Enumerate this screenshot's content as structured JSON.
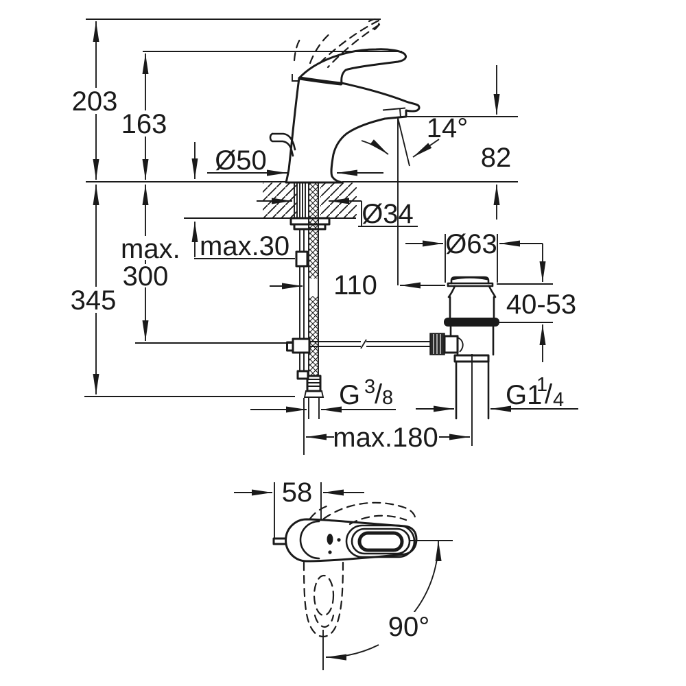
{
  "drawing_colors": {
    "line": "#1a1a1a",
    "background": "#ffffff"
  },
  "labels": {
    "overall_height": "203",
    "spout_height": "163",
    "installation_depth": "345",
    "max_word": "max.",
    "hose_length": "300",
    "max_deck_thickness": "max.30",
    "base_diameter": "Ø50",
    "hole_diameter": "Ø34",
    "spout_projection": "110",
    "spout_angle": "14°",
    "outlet_height": "82",
    "waste_flange_diameter": "Ø63",
    "waste_range": "40-53",
    "supply_thread": {
      "g": "G",
      "sup": "3",
      "slash": "/",
      "sub": "8"
    },
    "waste_thread": {
      "g": "G1",
      "sup": "1",
      "slash": "/",
      "sub": "4"
    },
    "max_rod_length": "max.180",
    "handle_offset": "58",
    "swivel_angle": "90°"
  }
}
